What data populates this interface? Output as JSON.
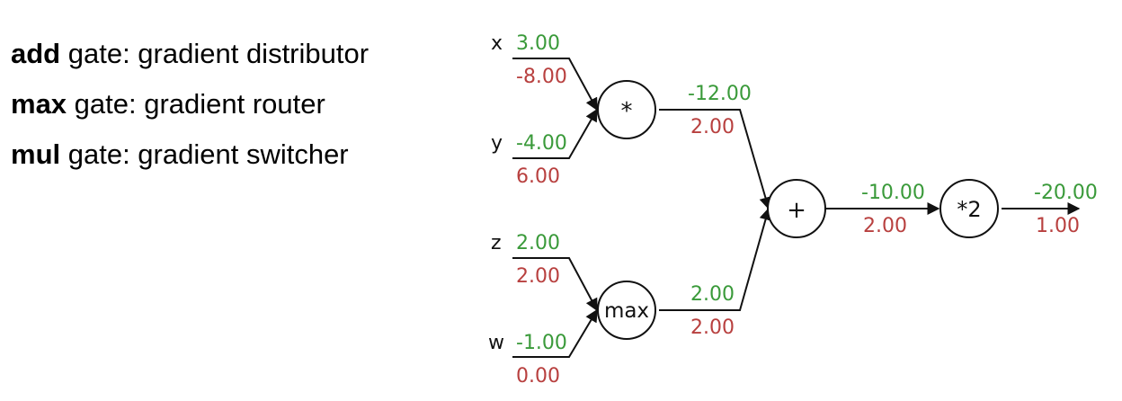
{
  "legend": [
    {
      "gate": "add",
      "desc": " gate: gradient distributor"
    },
    {
      "gate": "max",
      "desc": " gate: gradient router"
    },
    {
      "gate": "mul",
      "desc": " gate: gradient switcher"
    }
  ],
  "inputs": {
    "x": {
      "name": "x",
      "value": "3.00",
      "grad": "-8.00"
    },
    "y": {
      "name": "y",
      "value": "-4.00",
      "grad": "6.00"
    },
    "z": {
      "name": "z",
      "value": "2.00",
      "grad": "2.00"
    },
    "w": {
      "name": "w",
      "value": "-1.00",
      "grad": "0.00"
    }
  },
  "gates": {
    "mul": {
      "label": "*",
      "value": "-12.00",
      "grad": "2.00"
    },
    "max": {
      "label": "max",
      "value": "2.00",
      "grad": "2.00"
    },
    "add": {
      "label": "+",
      "value": "-10.00",
      "grad": "2.00"
    },
    "times2": {
      "label": "*2",
      "value": "-20.00",
      "grad": "1.00"
    }
  },
  "colors": {
    "forward_value": "#3a9a3a",
    "gradient": "#b8403f"
  }
}
